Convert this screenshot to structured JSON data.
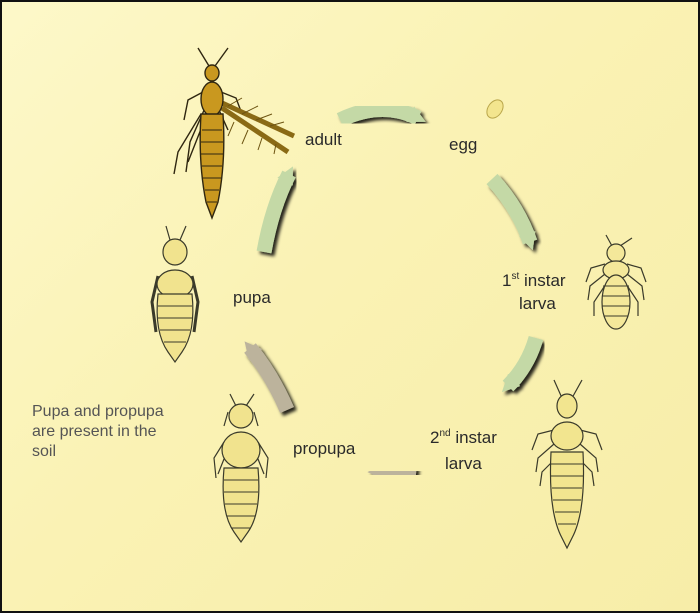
{
  "labels": {
    "adult": "adult",
    "egg": "egg",
    "first_instar_number": "1",
    "first_instar_suffix": "st",
    "first_instar_word": "instar",
    "first_instar_line2": "larva",
    "second_instar_number": "2",
    "second_instar_suffix": "nd",
    "second_instar_word": "instar",
    "second_instar_line2": "larva",
    "propupa": "propupa",
    "pupa": "pupa"
  },
  "note": "Pupa and propupa are present in the soil",
  "icons": [
    "adult-thrips-icon",
    "egg-icon",
    "first-instar-larva-icon",
    "second-instar-larva-icon",
    "propupa-icon",
    "pupa-icon"
  ],
  "colors": {
    "background": "#fbf4bb",
    "arrow_green": "#c4d9a6",
    "arrow_taupe": "#bcb39c",
    "arrow_shadow": "#111111",
    "adult_body": "#c9981f",
    "larva_body": "#f4e89a",
    "egg": "#f3e58e",
    "outline": "#3a3a2a"
  }
}
